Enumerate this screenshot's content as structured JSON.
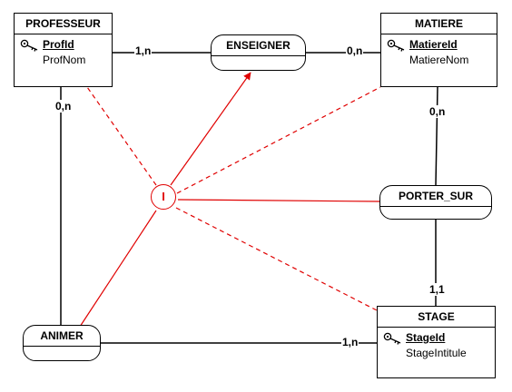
{
  "entities": {
    "professeur": {
      "name": "PROFESSEUR",
      "pk": "ProfId",
      "attr": "ProfNom"
    },
    "matiere": {
      "name": "MATIERE",
      "pk": "MatiereId",
      "attr": "MatiereNom"
    },
    "stage": {
      "name": "STAGE",
      "pk": "StageId",
      "attr": "StageIntitule"
    }
  },
  "associations": {
    "enseigner": "ENSEIGNER",
    "porter_sur": "PORTER_SUR",
    "animer": "ANIMER"
  },
  "cardinalities": {
    "prof_enseigner": "1,n",
    "matiere_enseigner": "0,n",
    "prof_animer": "0,n",
    "matiere_porter": "0,n",
    "stage_porter": "1,1",
    "stage_animer": "1,n"
  },
  "constraint": {
    "label": "I"
  },
  "colors": {
    "line": "#000000",
    "constraint": "#e00000"
  },
  "icons": {
    "key": "key-icon"
  }
}
